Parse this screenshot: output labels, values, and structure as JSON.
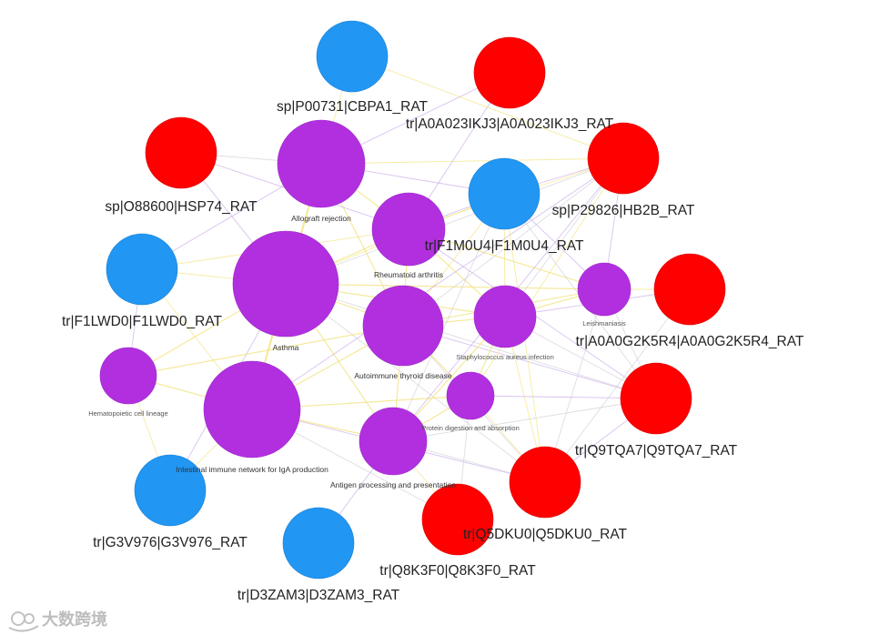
{
  "colors": {
    "pathway": "#b22fe0",
    "protein_blue": "#2196f3",
    "protein_red": "#ff0000",
    "edge_gold": "#f2e27a",
    "edge_purple": "#c9a8e8",
    "edge_gray": "#cfcfd8"
  },
  "pathways": [
    {
      "id": "allograft",
      "label": "Allograft rejection"
    },
    {
      "id": "asthma",
      "label": "Asthma"
    },
    {
      "id": "ra",
      "label": "Rheumatoid arthritis"
    },
    {
      "id": "ait",
      "label": "Autoimmune thyroid disease"
    },
    {
      "id": "staph",
      "label": "Staphylococcus aureus infection"
    },
    {
      "id": "leish",
      "label": "Leishmaniasis"
    },
    {
      "id": "hema",
      "label": "Hematopoietic cell lineage"
    },
    {
      "id": "iga",
      "label": "Intestinal immune network for IgA production"
    },
    {
      "id": "protein",
      "label": "Protein digestion and absorption"
    },
    {
      "id": "antigen",
      "label": "Antigen processing and presentation"
    }
  ],
  "proteins": [
    {
      "id": "p00731",
      "label": "sp|P00731|CBPA1_RAT",
      "color": "blue"
    },
    {
      "id": "a0a023",
      "label": "tr|A0A023IKJ3|A0A023IKJ3_RAT",
      "color": "red"
    },
    {
      "id": "o88600",
      "label": "sp|O88600|HSP74_RAT",
      "color": "red"
    },
    {
      "id": "p29826",
      "label": "sp|P29826|HB2B_RAT",
      "color": "red"
    },
    {
      "id": "f1m0u4",
      "label": "tr|F1M0U4|F1M0U4_RAT",
      "color": "blue"
    },
    {
      "id": "f1lwd0",
      "label": "tr|F1LWD0|F1LWD0_RAT",
      "color": "blue"
    },
    {
      "id": "a0a0g2",
      "label": "tr|A0A0G2K5R4|A0A0G2K5R4_RAT",
      "color": "red"
    },
    {
      "id": "q9tqa7",
      "label": "tr|Q9TQA7|Q9TQA7_RAT",
      "color": "red"
    },
    {
      "id": "q5dku0",
      "label": "tr|Q5DKU0|Q5DKU0_RAT",
      "color": "red"
    },
    {
      "id": "g3v976",
      "label": "tr|G3V976|G3V976_RAT",
      "color": "blue"
    },
    {
      "id": "q8k3f0",
      "label": "tr|Q8K3F0|Q8K3F0_RAT",
      "color": "red"
    },
    {
      "id": "d3zam3",
      "label": "tr|D3ZAM3|D3ZAM3_RAT",
      "color": "blue"
    }
  ],
  "edges": [
    [
      "asthma",
      "f1lwd0"
    ],
    [
      "asthma",
      "allograft"
    ],
    [
      "asthma",
      "ra"
    ],
    [
      "asthma",
      "ait"
    ],
    [
      "asthma",
      "iga"
    ],
    [
      "asthma",
      "hema"
    ],
    [
      "asthma",
      "antigen"
    ],
    [
      "asthma",
      "staph"
    ],
    [
      "asthma",
      "p29826"
    ],
    [
      "asthma",
      "f1m0u4"
    ],
    [
      "asthma",
      "o88600"
    ],
    [
      "asthma",
      "q9tqa7"
    ],
    [
      "asthma",
      "leish"
    ],
    [
      "asthma",
      "g3v976"
    ],
    [
      "asthma",
      "q5dku0"
    ],
    [
      "allograft",
      "p29826"
    ],
    [
      "allograft",
      "f1m0u4"
    ],
    [
      "allograft",
      "ra"
    ],
    [
      "allograft",
      "ait"
    ],
    [
      "allograft",
      "f1lwd0"
    ],
    [
      "allograft",
      "o88600"
    ],
    [
      "allograft",
      "p00731"
    ],
    [
      "allograft",
      "a0a023"
    ],
    [
      "allograft",
      "iga"
    ],
    [
      "ra",
      "p29826"
    ],
    [
      "ra",
      "f1m0u4"
    ],
    [
      "ra",
      "staph"
    ],
    [
      "ra",
      "leish"
    ],
    [
      "ra",
      "q9tqa7"
    ],
    [
      "ra",
      "ait"
    ],
    [
      "ra",
      "f1lwd0"
    ],
    [
      "ra",
      "a0a023"
    ],
    [
      "ait",
      "p29826"
    ],
    [
      "ait",
      "f1m0u4"
    ],
    [
      "ait",
      "staph"
    ],
    [
      "ait",
      "iga"
    ],
    [
      "ait",
      "antigen"
    ],
    [
      "ait",
      "q9tqa7"
    ],
    [
      "ait",
      "q5dku0"
    ],
    [
      "ait",
      "leish"
    ],
    [
      "ait",
      "protein"
    ],
    [
      "staph",
      "p29826"
    ],
    [
      "staph",
      "f1m0u4"
    ],
    [
      "staph",
      "leish"
    ],
    [
      "staph",
      "q9tqa7"
    ],
    [
      "staph",
      "q5dku0"
    ],
    [
      "staph",
      "a0a0g2"
    ],
    [
      "staph",
      "antigen"
    ],
    [
      "staph",
      "protein"
    ],
    [
      "leish",
      "p29826"
    ],
    [
      "leish",
      "q9tqa7"
    ],
    [
      "leish",
      "a0a0g2"
    ],
    [
      "leish",
      "f1m0u4"
    ],
    [
      "leish",
      "q5dku0"
    ],
    [
      "iga",
      "f1lwd0"
    ],
    [
      "iga",
      "antigen"
    ],
    [
      "iga",
      "hema"
    ],
    [
      "iga",
      "g3v976"
    ],
    [
      "iga",
      "q5dku0"
    ],
    [
      "iga",
      "q8k3f0"
    ],
    [
      "iga",
      "protein"
    ],
    [
      "iga",
      "p29826"
    ],
    [
      "antigen",
      "q5dku0"
    ],
    [
      "antigen",
      "q8k3f0"
    ],
    [
      "antigen",
      "d3zam3"
    ],
    [
      "antigen",
      "q9tqa7"
    ],
    [
      "antigen",
      "protein"
    ],
    [
      "antigen",
      "p29826"
    ],
    [
      "antigen",
      "f1m0u4"
    ],
    [
      "protein",
      "q5dku0"
    ],
    [
      "protein",
      "q9tqa7"
    ],
    [
      "protein",
      "q8k3f0"
    ],
    [
      "protein",
      "p29826"
    ],
    [
      "hema",
      "f1lwd0"
    ],
    [
      "hema",
      "ait"
    ],
    [
      "hema",
      "g3v976"
    ],
    [
      "f1m0u4",
      "p29826"
    ],
    [
      "f1m0u4",
      "q9tqa7"
    ],
    [
      "f1m0u4",
      "q5dku0"
    ],
    [
      "q5dku0",
      "q9tqa7"
    ],
    [
      "q5dku0",
      "a0a0g2"
    ],
    [
      "p00731",
      "p29826"
    ],
    [
      "o88600",
      "ra"
    ]
  ],
  "watermark": {
    "text": "大数跨境"
  }
}
